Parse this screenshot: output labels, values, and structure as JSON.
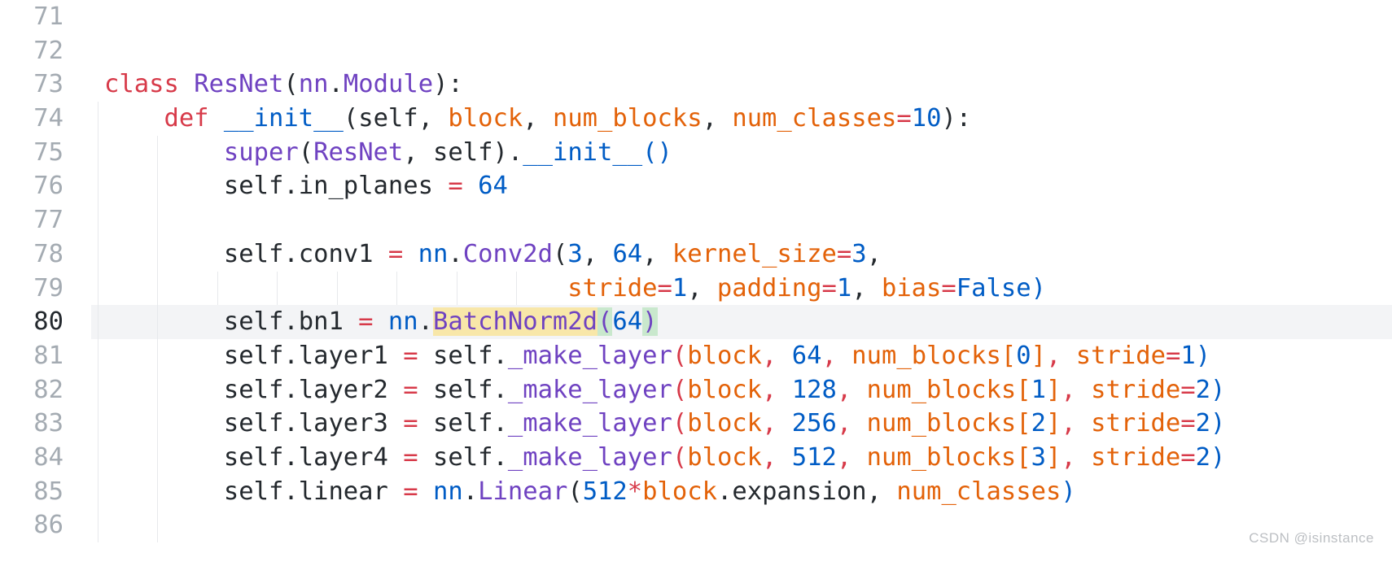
{
  "editor": {
    "language": "python",
    "watermark": "CSDN @isinstance",
    "active_line": "80",
    "colors": {
      "background": "#ffffff",
      "keyword_red": "#d73a49",
      "entity_purple": "#6f42c1",
      "constant_blue": "#005cc5",
      "argument_orange": "#e36209",
      "text_black": "#24292e",
      "gutter_gray": "#a4abb2",
      "line_highlight": "#f3f4f6",
      "find_match_yellow": "#f8e7a9",
      "bracket_match_green": "#c9e8cd",
      "indent_guide": "#e7e9ec"
    },
    "lines": [
      {
        "num": "71",
        "guides": [],
        "tokens": []
      },
      {
        "num": "72",
        "guides": [],
        "tokens": []
      },
      {
        "num": "73",
        "guides": [],
        "tokens": [
          [
            "class",
            "k"
          ],
          [
            " ",
            "t"
          ],
          [
            "ResNet",
            "c"
          ],
          [
            "(",
            "t"
          ],
          [
            "nn",
            "c"
          ],
          [
            ".",
            "t"
          ],
          [
            "Module",
            "c"
          ],
          [
            "):",
            "t"
          ]
        ]
      },
      {
        "num": "74",
        "guides": [
          0
        ],
        "tokens": [
          [
            "    ",
            "t"
          ],
          [
            "def",
            "k"
          ],
          [
            " ",
            "t"
          ],
          [
            "__init__",
            "b"
          ],
          [
            "(",
            "t"
          ],
          [
            "self",
            "t"
          ],
          [
            ", ",
            "t"
          ],
          [
            "block",
            "a"
          ],
          [
            ", ",
            "t"
          ],
          [
            "num_blocks",
            "a"
          ],
          [
            ", ",
            "t"
          ],
          [
            "num_classes",
            "a"
          ],
          [
            "=",
            "k"
          ],
          [
            "10",
            "b"
          ],
          [
            "):",
            "t"
          ]
        ]
      },
      {
        "num": "75",
        "guides": [
          0,
          4
        ],
        "tokens": [
          [
            "        ",
            "t"
          ],
          [
            "super",
            "c"
          ],
          [
            "(",
            "t"
          ],
          [
            "ResNet",
            "c"
          ],
          [
            ", ",
            "t"
          ],
          [
            "self",
            "t"
          ],
          [
            ")",
            "t"
          ],
          [
            ".",
            "t"
          ],
          [
            "__init__",
            "b"
          ],
          [
            "()",
            "b"
          ]
        ]
      },
      {
        "num": "76",
        "guides": [
          0,
          4
        ],
        "tokens": [
          [
            "        ",
            "t"
          ],
          [
            "self.in_planes ",
            "t"
          ],
          [
            "=",
            "k"
          ],
          [
            " ",
            "t"
          ],
          [
            "64",
            "b"
          ]
        ]
      },
      {
        "num": "77",
        "guides": [
          0,
          4
        ],
        "tokens": []
      },
      {
        "num": "78",
        "guides": [
          0,
          4
        ],
        "tokens": [
          [
            "        ",
            "t"
          ],
          [
            "self.conv1 ",
            "t"
          ],
          [
            "=",
            "k"
          ],
          [
            " ",
            "t"
          ],
          [
            "nn",
            "b"
          ],
          [
            ".",
            "t"
          ],
          [
            "Conv2d",
            "c"
          ],
          [
            "(",
            "t"
          ],
          [
            "3",
            "b"
          ],
          [
            ", ",
            "t"
          ],
          [
            "64",
            "b"
          ],
          [
            ", ",
            "t"
          ],
          [
            "kernel_size",
            "a"
          ],
          [
            "=",
            "k"
          ],
          [
            "3",
            "b"
          ],
          [
            ",",
            "t"
          ]
        ]
      },
      {
        "num": "79",
        "guides": [
          0,
          4,
          8,
          12,
          16,
          20,
          24,
          28
        ],
        "tokens": [
          [
            "                               ",
            "t"
          ],
          [
            "stride",
            "a"
          ],
          [
            "=",
            "k"
          ],
          [
            "1",
            "b"
          ],
          [
            ", ",
            "t"
          ],
          [
            "padding",
            "a"
          ],
          [
            "=",
            "k"
          ],
          [
            "1",
            "b"
          ],
          [
            ", ",
            "t"
          ],
          [
            "bias",
            "a"
          ],
          [
            "=",
            "k"
          ],
          [
            "False",
            "b"
          ],
          [
            ")",
            "b"
          ]
        ]
      },
      {
        "num": "80",
        "guides": [
          0,
          4
        ],
        "active": true,
        "tokens": [
          [
            "        ",
            "t"
          ],
          [
            "self.bn1 ",
            "t"
          ],
          [
            "=",
            "k"
          ],
          [
            " ",
            "t"
          ],
          [
            "nn",
            "b"
          ],
          [
            ".",
            "t"
          ],
          [
            "BatchNorm2d",
            "c",
            "y"
          ],
          [
            "(",
            "c",
            "g"
          ],
          [
            "64",
            "b"
          ],
          [
            ")",
            "c",
            "g"
          ]
        ]
      },
      {
        "num": "81",
        "guides": [
          0,
          4
        ],
        "tokens": [
          [
            "        ",
            "t"
          ],
          [
            "self.layer1 ",
            "t"
          ],
          [
            "=",
            "k"
          ],
          [
            " ",
            "t"
          ],
          [
            "self",
            "t"
          ],
          [
            ".",
            "t"
          ],
          [
            "_make_layer",
            "c"
          ],
          [
            "(",
            "k"
          ],
          [
            "block",
            "a"
          ],
          [
            ", ",
            "k"
          ],
          [
            "64",
            "b"
          ],
          [
            ", ",
            "k"
          ],
          [
            "num_blocks",
            "a"
          ],
          [
            "[",
            "a"
          ],
          [
            "0",
            "b"
          ],
          [
            "]",
            "a"
          ],
          [
            ", ",
            "k"
          ],
          [
            "stride",
            "a"
          ],
          [
            "=",
            "k"
          ],
          [
            "1",
            "b"
          ],
          [
            ")",
            "b"
          ]
        ]
      },
      {
        "num": "82",
        "guides": [
          0,
          4
        ],
        "tokens": [
          [
            "        ",
            "t"
          ],
          [
            "self.layer2 ",
            "t"
          ],
          [
            "=",
            "k"
          ],
          [
            " ",
            "t"
          ],
          [
            "self",
            "t"
          ],
          [
            ".",
            "t"
          ],
          [
            "_make_layer",
            "c"
          ],
          [
            "(",
            "k"
          ],
          [
            "block",
            "a"
          ],
          [
            ", ",
            "k"
          ],
          [
            "128",
            "b"
          ],
          [
            ", ",
            "k"
          ],
          [
            "num_blocks",
            "a"
          ],
          [
            "[",
            "a"
          ],
          [
            "1",
            "b"
          ],
          [
            "]",
            "a"
          ],
          [
            ", ",
            "k"
          ],
          [
            "stride",
            "a"
          ],
          [
            "=",
            "k"
          ],
          [
            "2",
            "b"
          ],
          [
            ")",
            "b"
          ]
        ]
      },
      {
        "num": "83",
        "guides": [
          0,
          4
        ],
        "tokens": [
          [
            "        ",
            "t"
          ],
          [
            "self.layer3 ",
            "t"
          ],
          [
            "=",
            "k"
          ],
          [
            " ",
            "t"
          ],
          [
            "self",
            "t"
          ],
          [
            ".",
            "t"
          ],
          [
            "_make_layer",
            "c"
          ],
          [
            "(",
            "k"
          ],
          [
            "block",
            "a"
          ],
          [
            ", ",
            "k"
          ],
          [
            "256",
            "b"
          ],
          [
            ", ",
            "k"
          ],
          [
            "num_blocks",
            "a"
          ],
          [
            "[",
            "a"
          ],
          [
            "2",
            "b"
          ],
          [
            "]",
            "a"
          ],
          [
            ", ",
            "k"
          ],
          [
            "stride",
            "a"
          ],
          [
            "=",
            "k"
          ],
          [
            "2",
            "b"
          ],
          [
            ")",
            "b"
          ]
        ]
      },
      {
        "num": "84",
        "guides": [
          0,
          4
        ],
        "tokens": [
          [
            "        ",
            "t"
          ],
          [
            "self.layer4 ",
            "t"
          ],
          [
            "=",
            "k"
          ],
          [
            " ",
            "t"
          ],
          [
            "self",
            "t"
          ],
          [
            ".",
            "t"
          ],
          [
            "_make_layer",
            "c"
          ],
          [
            "(",
            "k"
          ],
          [
            "block",
            "a"
          ],
          [
            ", ",
            "k"
          ],
          [
            "512",
            "b"
          ],
          [
            ", ",
            "k"
          ],
          [
            "num_blocks",
            "a"
          ],
          [
            "[",
            "a"
          ],
          [
            "3",
            "b"
          ],
          [
            "]",
            "a"
          ],
          [
            ", ",
            "k"
          ],
          [
            "stride",
            "a"
          ],
          [
            "=",
            "k"
          ],
          [
            "2",
            "b"
          ],
          [
            ")",
            "b"
          ]
        ]
      },
      {
        "num": "85",
        "guides": [
          0,
          4
        ],
        "tokens": [
          [
            "        ",
            "t"
          ],
          [
            "self.linear ",
            "t"
          ],
          [
            "=",
            "k"
          ],
          [
            " ",
            "t"
          ],
          [
            "nn",
            "b"
          ],
          [
            ".",
            "t"
          ],
          [
            "Linear",
            "c"
          ],
          [
            "(",
            "t"
          ],
          [
            "512",
            "b"
          ],
          [
            "*",
            "k"
          ],
          [
            "block",
            "a"
          ],
          [
            ".expansion",
            "t"
          ],
          [
            ", ",
            "t"
          ],
          [
            "num_classes",
            "a"
          ],
          [
            ")",
            "b"
          ]
        ]
      },
      {
        "num": "86",
        "guides": [
          0,
          4
        ],
        "tokens": []
      }
    ]
  }
}
